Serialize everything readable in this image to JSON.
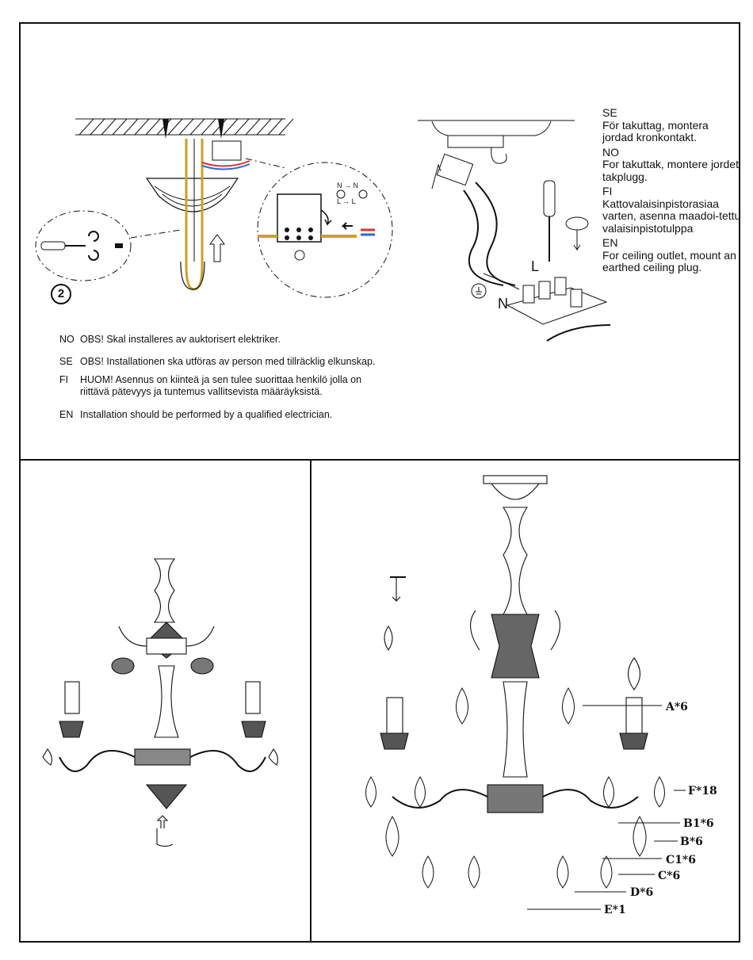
{
  "step": {
    "number": "2"
  },
  "warnings": [
    {
      "code": "NO",
      "text": "OBS! Skal installeres av auktorisert elektriker."
    },
    {
      "code": "SE",
      "text": "OBS! Installationen ska utföras av person med tillräcklig elkunskap."
    },
    {
      "code": "FI",
      "text": "HUOM! Asennus on kiinteä ja sen tulee suorittaa henkilö jolla on riittävä pätevyys ja tuntemus vallitsevista määräyksistä."
    },
    {
      "code": "EN",
      "text": "Installation should be performed by a qualified electrician."
    }
  ],
  "ceiling_outlet": [
    {
      "code": "SE",
      "text": "För takuttag, montera jordad kronkontakt."
    },
    {
      "code": "NO",
      "text": "For takuttak, montere jordet takplugg."
    },
    {
      "code": "FI",
      "text": "Kattovalaisinpistorasiaa varten, asenna maadoi-tettu valaisinpistotulppa"
    },
    {
      "code": "EN",
      "text": "For ceiling outlet, mount an earthed ceiling plug."
    }
  ],
  "terminal_labels": {
    "live": "L",
    "neutral": "N",
    "n_arrow": "N → N",
    "l_arrow": "L → L"
  },
  "parts": [
    {
      "label": "A*6"
    },
    {
      "label": "F*18"
    },
    {
      "label": "B1*6"
    },
    {
      "label": "B*6"
    },
    {
      "label": "C1*6"
    },
    {
      "label": "C*6"
    },
    {
      "label": "D*6"
    },
    {
      "label": "E*1"
    }
  ]
}
